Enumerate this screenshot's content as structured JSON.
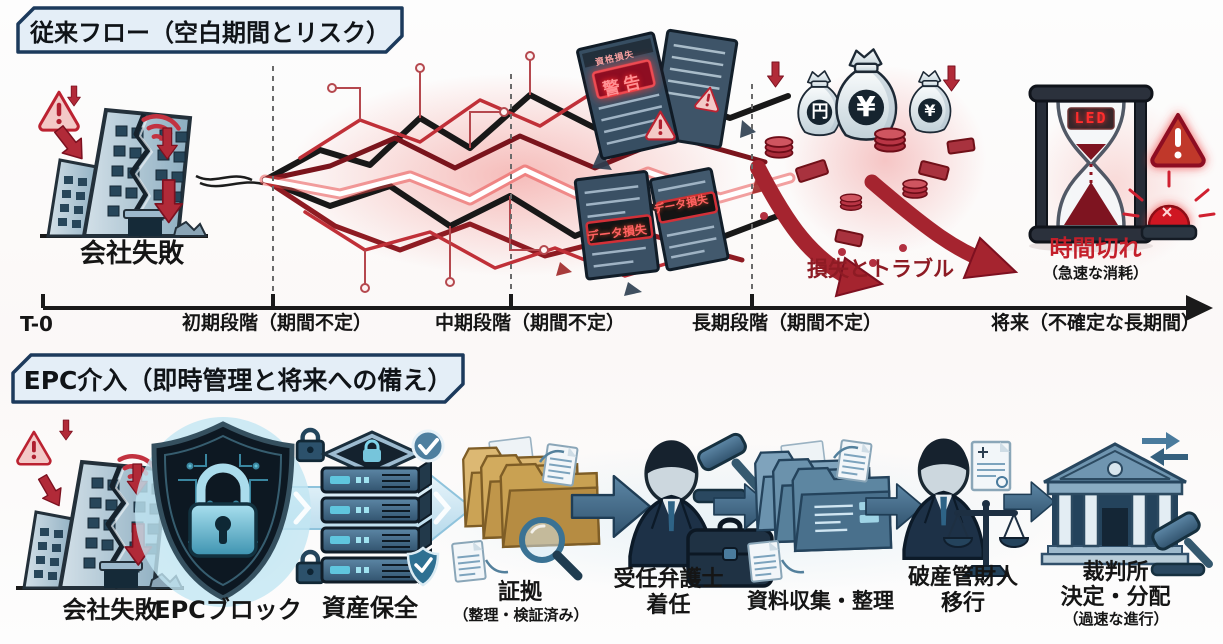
{
  "colors": {
    "accent_red": "#b5293a",
    "deep_red": "#8e1b24",
    "warning_red": "#c41f2a",
    "steel_blue": "#4a7b9d",
    "navy": "#1d2f42",
    "cyan_glow": "#7fd4ea",
    "title_bg": "#e4eef7",
    "title_border": "#1c3a5c"
  },
  "top": {
    "title": "従来フロー（空白期間とリスク）",
    "company_failure": "会社失敗",
    "doc_header": "資格損失",
    "warning": "警告",
    "data_loss_a": "データ損失",
    "data_loss_b": "データ損失",
    "bags": {
      "left": "円",
      "center": "¥",
      "right": "¥"
    },
    "loss_trouble": "損失とトラブル",
    "led": "LED",
    "time_up": "時間切れ",
    "time_up_sub": "（急速な消耗）",
    "timeline": [
      "T-0",
      "初期段階（期間不定）",
      "中期段階（期間不定）",
      "長期段階（期間不定）",
      "将来（不確定な長期間）"
    ]
  },
  "bottom": {
    "title": "EPC介入（即時管理と将来への備え）",
    "steps": [
      {
        "label": "会社失敗"
      },
      {
        "label": "EPCブロック"
      },
      {
        "label": "資産保全"
      },
      {
        "label": "証拠",
        "sub": "（整理・検証済み）"
      },
      {
        "label": "受任弁護士",
        "sub": "着任"
      },
      {
        "label": "資料収集・整理"
      },
      {
        "label": "破産管財人",
        "sub": "移行"
      },
      {
        "label": "裁判所",
        "sub": "決定・分配",
        "sub2": "（過速な進行）"
      }
    ]
  }
}
